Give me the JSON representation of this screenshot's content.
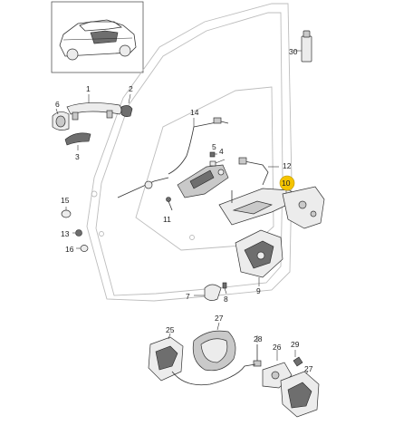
{
  "labels": {
    "l30": "30",
    "l1": "1",
    "l2": "2",
    "l6": "6",
    "l3": "3",
    "l14": "14",
    "l5": "5",
    "l4": "4",
    "l12": "12",
    "l10": "10",
    "l11": "11",
    "l15": "15",
    "l13": "13",
    "l16": "16",
    "l9": "9",
    "l7": "7",
    "l8": "8",
    "l25": "25",
    "l27a": "27",
    "l28": "28",
    "l26": "26",
    "l29": "29",
    "l27b": "27"
  },
  "colors": {
    "highlight": "#f5c400"
  }
}
